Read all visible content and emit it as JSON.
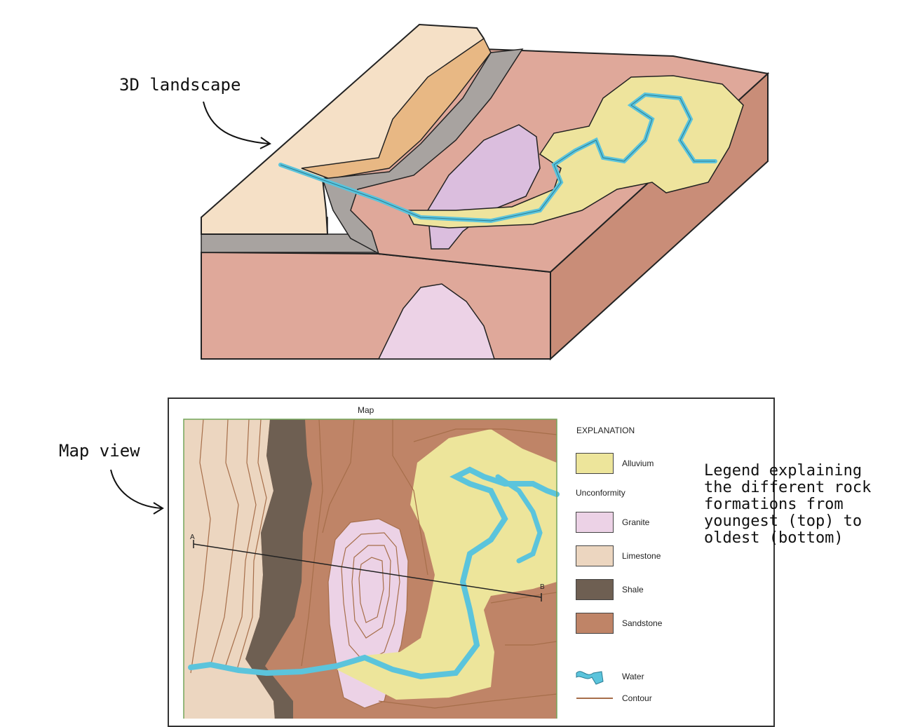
{
  "annotations": {
    "landscape": "3D landscape",
    "map_view": "Map view",
    "legend_note": [
      "Legend explaining",
      "the different rock",
      "formations from",
      "youngest (top) to",
      "oldest (bottom)"
    ]
  },
  "map": {
    "title": "Map",
    "point_a": "A",
    "point_b": "B"
  },
  "legend": {
    "heading": "EXPLANATION",
    "unconformity": "Unconformity",
    "items": [
      {
        "label": "Alluvium",
        "color": "#ede59b"
      },
      {
        "label": "Granite",
        "color": "#ecd2e6"
      },
      {
        "label": "Limestone",
        "color": "#ecd6c0"
      },
      {
        "label": "Shale",
        "color": "#6e5f52"
      },
      {
        "label": "Sandstone",
        "color": "#bf8467"
      }
    ],
    "water": "Water",
    "contour": "Contour"
  },
  "colors": {
    "water": "#5bc4dc",
    "contour": "#a66e4a",
    "map_border": "#73a55a"
  }
}
